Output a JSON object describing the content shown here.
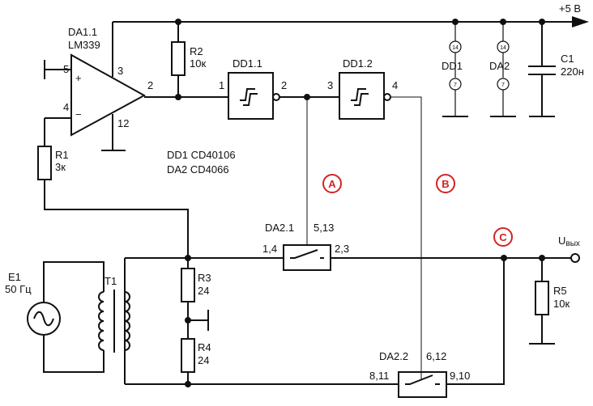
{
  "power": {
    "supply": "+5 В"
  },
  "comparator": {
    "ref": "DA1.1",
    "part": "LM339",
    "pins": {
      "inp": "5",
      "inn": "4",
      "out": "2",
      "vcc": "3",
      "gnd": "12",
      "plus": "+",
      "minus": "−"
    }
  },
  "resistors": {
    "r1": {
      "ref": "R1",
      "value": "3к"
    },
    "r2": {
      "ref": "R2",
      "value": "10к"
    },
    "r3": {
      "ref": "R3",
      "value": "24"
    },
    "r4": {
      "ref": "R4",
      "value": "24"
    },
    "r5": {
      "ref": "R5",
      "value": "10к"
    }
  },
  "capacitor": {
    "ref": "C1",
    "value": "220н"
  },
  "trigger1": {
    "ref": "DD1.1",
    "pin_in": "1",
    "pin_out": "2"
  },
  "trigger2": {
    "ref": "DD1.2",
    "pin_in": "3",
    "pin_out": "4"
  },
  "parts_list": {
    "dd1": "DD1   CD40106",
    "da2": "DA2   CD4066"
  },
  "switch1": {
    "ref": "DA2.1",
    "ctrl_pins": "5,13",
    "in_pins": "1,4",
    "out_pins": "2,3"
  },
  "switch2": {
    "ref": "DA2.2",
    "ctrl_pins": "6,12",
    "in_pins": "8,11",
    "out_pins": "9,10"
  },
  "power_pins": {
    "dd1": "DD1",
    "da2": "DA2",
    "vdd_pin": "14",
    "gnd_pin": "7"
  },
  "transformer": {
    "ref": "T1"
  },
  "source": {
    "ref": "E1",
    "freq": "50 Гц"
  },
  "output": {
    "main": "U",
    "sub": "вых"
  },
  "markers": {
    "a": "A",
    "b": "B",
    "c": "C"
  },
  "colors": {
    "ink": "#111111",
    "marker": "#d32323",
    "background": "#ffffff"
  }
}
